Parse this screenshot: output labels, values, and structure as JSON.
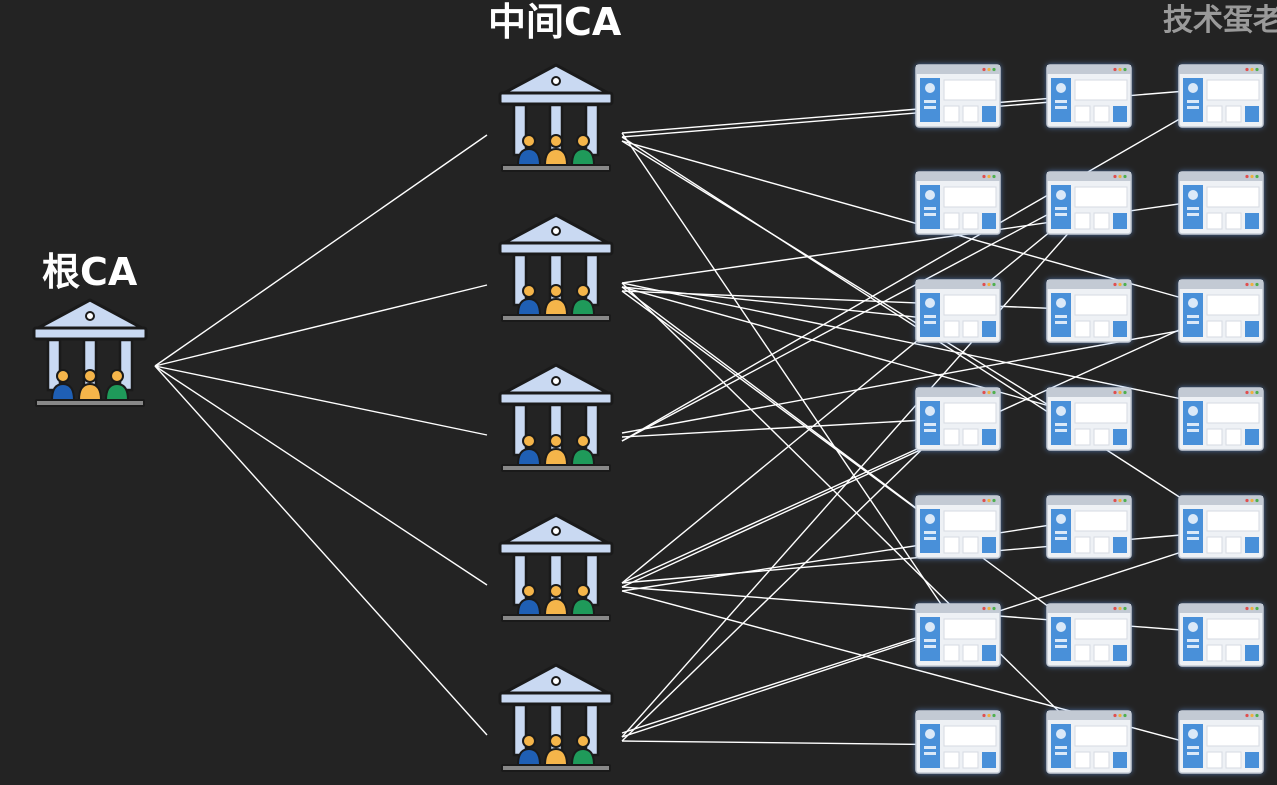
{
  "labels": {
    "root": "根CA",
    "intermediate": "中间CA",
    "watermark": "技术蛋老"
  },
  "colors": {
    "background": "#232323",
    "line": "#ffffff",
    "building_roof": "#c9d9f2",
    "building_outline": "#1a1a1a",
    "person_blue": "#1f5fb4",
    "person_orange": "#f5b54a",
    "person_green": "#1f9a5a",
    "site_frame": "#c3cad4",
    "site_body": "#eef1f5",
    "site_accent": "#4a90d9",
    "site_glow": "#6aa8ff"
  },
  "icons": {
    "root": "bank-building-icon",
    "intermediate": "bank-building-icon",
    "site": "website-window-icon"
  },
  "diagram": {
    "intermediate_count": 5,
    "site_columns": 3,
    "site_rows": 7,
    "root_links": [
      0,
      1,
      2,
      3,
      4
    ],
    "links": [
      [
        0,
        0,
        1
      ],
      [
        0,
        0,
        2
      ],
      [
        0,
        3,
        1
      ],
      [
        0,
        5,
        0
      ],
      [
        0,
        4,
        2
      ],
      [
        0,
        2,
        2
      ],
      [
        1,
        1,
        2
      ],
      [
        1,
        2,
        0
      ],
      [
        1,
        2,
        1
      ],
      [
        1,
        3,
        2
      ],
      [
        1,
        4,
        0
      ],
      [
        1,
        5,
        1
      ],
      [
        1,
        6,
        1
      ],
      [
        1,
        3,
        1
      ],
      [
        2,
        1,
        1
      ],
      [
        2,
        2,
        2
      ],
      [
        2,
        3,
        0
      ],
      [
        2,
        0,
        2
      ],
      [
        3,
        1,
        1
      ],
      [
        3,
        3,
        0
      ],
      [
        3,
        4,
        1
      ],
      [
        3,
        4,
        2
      ],
      [
        3,
        5,
        2
      ],
      [
        3,
        6,
        2
      ],
      [
        3,
        2,
        2
      ],
      [
        4,
        1,
        1
      ],
      [
        4,
        3,
        0
      ],
      [
        4,
        4,
        2
      ],
      [
        4,
        5,
        0
      ],
      [
        4,
        6,
        0
      ]
    ]
  }
}
